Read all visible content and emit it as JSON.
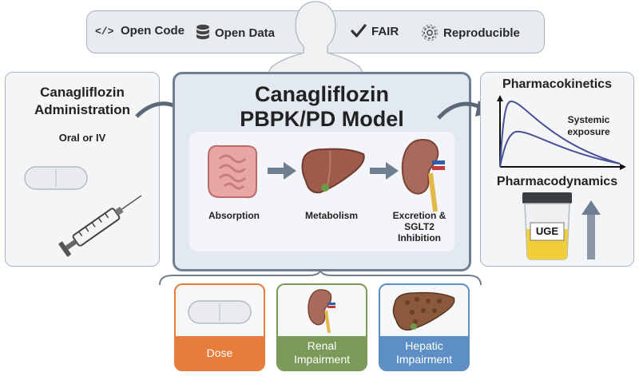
{
  "badges": {
    "open_code": "Open Code",
    "open_data": "Open Data",
    "fair": "FAIR",
    "reproducible": "Reproducible"
  },
  "administration": {
    "title": "Canagliflozin Administration",
    "subtitle": "Oral or IV"
  },
  "model": {
    "title_line1": "Canagliflozin",
    "title_line2": "PBPK/PD Model",
    "stages": {
      "absorption": "Absorption",
      "metabolism": "Metabolism",
      "excretion": "Excretion & SGLT2 Inhibition"
    }
  },
  "outcomes": {
    "pk_title": "Pharmacokinetics",
    "systemic_exposure": "Systemic exposure",
    "pd_title": "Pharmacodynamics",
    "uge_label": "UGE"
  },
  "factors": {
    "dose": "Dose",
    "renal": "Renal Impairment",
    "hepatic": "Hepatic Impairment"
  },
  "colors": {
    "dose": "#e77d3b",
    "renal": "#7b9a5a",
    "hepatic": "#5e8fc4",
    "model_border": "#6f7f91",
    "curve": "#4a5296"
  }
}
